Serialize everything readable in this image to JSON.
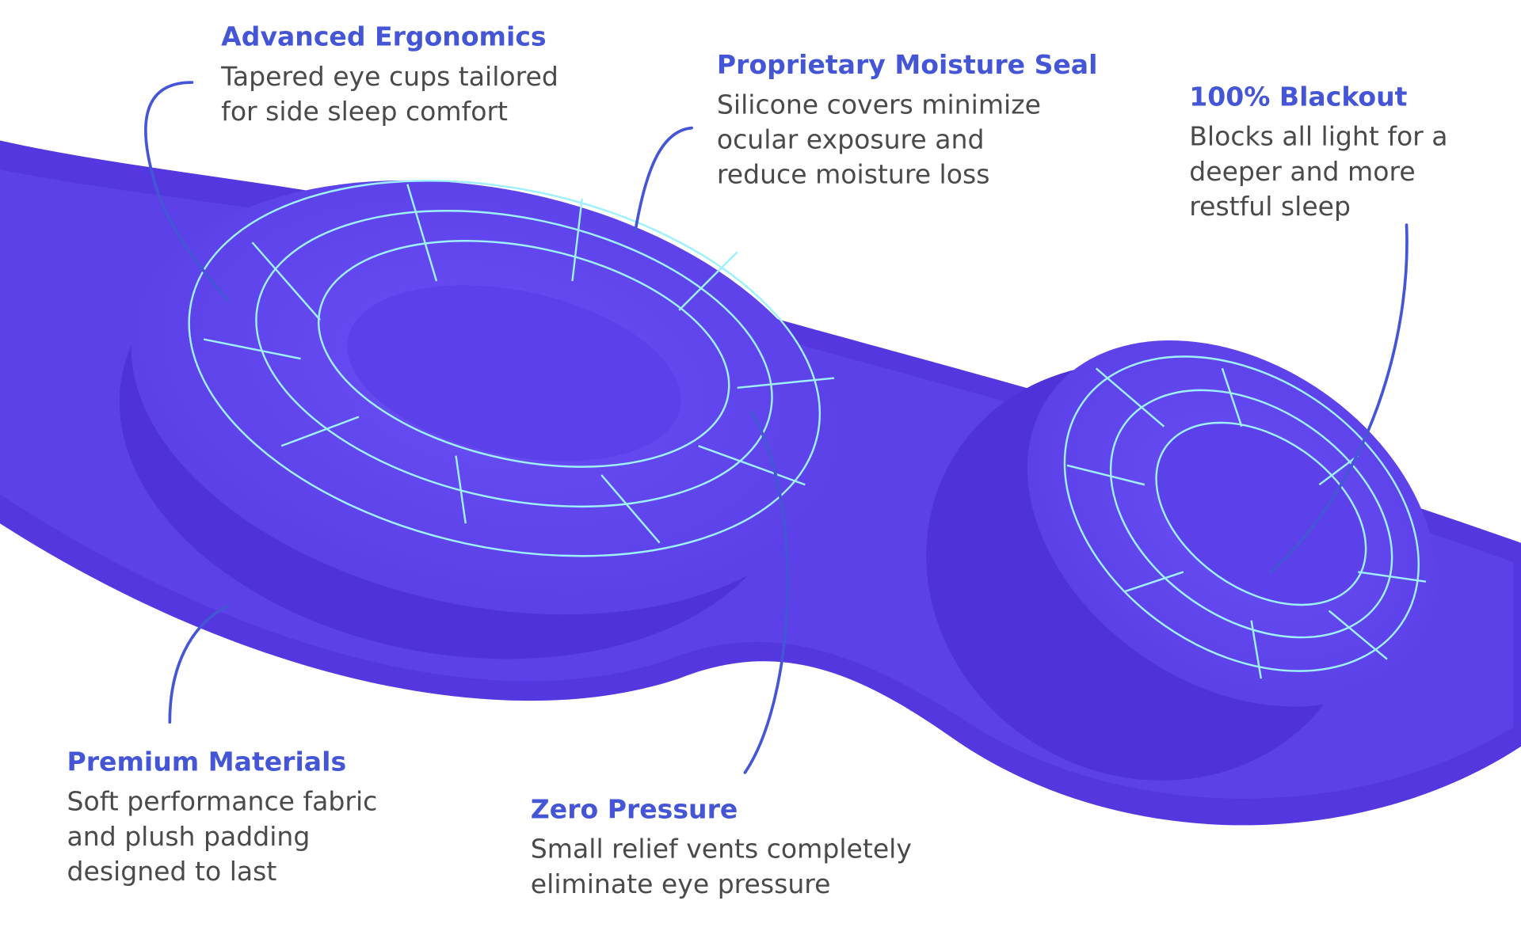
{
  "colors": {
    "title": "#4456d6",
    "body": "#4a4a4a",
    "mask": "#5b3ee8",
    "cup": "#6a4ff5",
    "grid": "#9ef0ff"
  },
  "callouts": {
    "ergonomics": {
      "title": "Advanced Ergonomics",
      "lines": [
        "Tapered eye cups tailored",
        "for side sleep comfort"
      ]
    },
    "moisture": {
      "title": "Proprietary Moisture Seal",
      "lines": [
        "Silicone covers minimize",
        "ocular exposure and",
        "reduce moisture loss"
      ]
    },
    "blackout": {
      "title": "100% Blackout",
      "lines": [
        "Blocks all light for a",
        "deeper and more",
        "restful sleep"
      ]
    },
    "materials": {
      "title": "Premium Materials",
      "lines": [
        "Soft performance fabric",
        "and plush padding",
        "designed to last"
      ]
    },
    "pressure": {
      "title": "Zero Pressure",
      "lines": [
        "Small relief vents completely",
        "eliminate eye pressure"
      ]
    }
  }
}
